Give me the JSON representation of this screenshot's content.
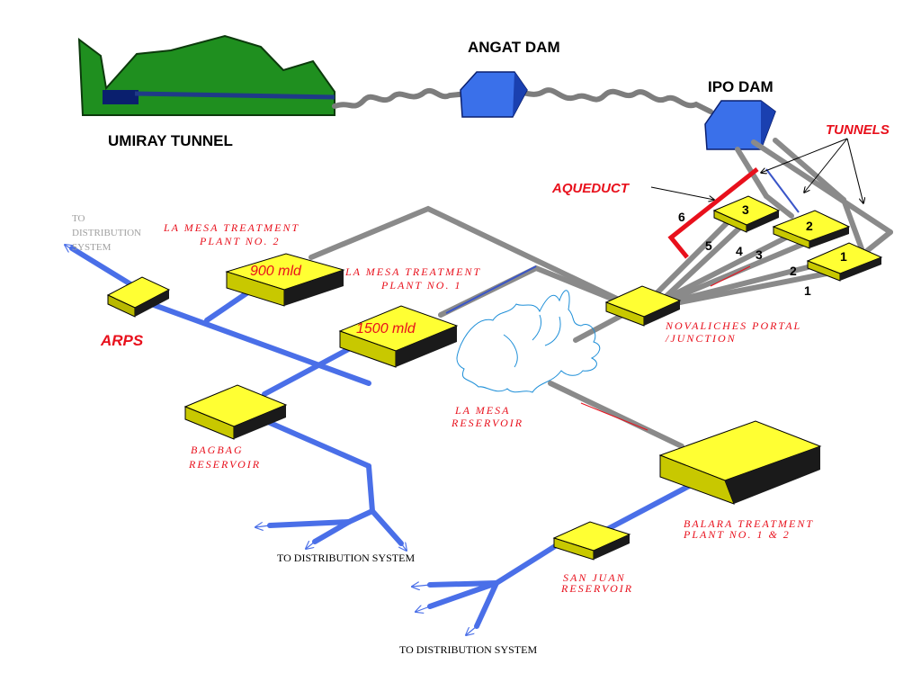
{
  "colors": {
    "pipe": "#4a6fe8",
    "aqueduct_gray": "#8a8a8a",
    "facility": "#ffff33",
    "dam": "#3a70ea",
    "mountain": "#1f8f1f",
    "reservoir": "#1e8fd8",
    "red_label": "#e8101c"
  },
  "labels": {
    "umiray_tunnel": "UMIRAY TUNNEL",
    "angat_dam": "ANGAT DAM",
    "ipo_dam": "IPO DAM",
    "tunnels": "TUNNELS",
    "aqueduct": "AQUEDUCT",
    "arps": "ARPS",
    "la_mesa_plant2_l1": "LA  MESA  TREATMENT",
    "la_mesa_plant2_l2": "PLANT  NO.  2",
    "la_mesa_plant1_l1": "LA  MESA  TREATMENT",
    "la_mesa_plant1_l2": "PLANT  NO.  1",
    "plant2_capacity": "900 mld",
    "plant1_capacity": "1500 mld",
    "novaliches_l1": "NOVALICHES  PORTAL",
    "novaliches_l2": "/JUNCTION",
    "la_mesa_res_l1": "LA  MESA",
    "la_mesa_res_l2": "RESERVOIR",
    "bagbag_l1": "BAGBAG",
    "bagbag_l2": "RESERVOIR",
    "balara_l1": "BALARA  TREATMENT",
    "balara_l2": "PLANT  NO.  1  &  2",
    "san_juan_l1": "SAN  JUAN",
    "san_juan_l2": "RESERVOIR",
    "to_dist_1": "TO DISTRIBUTION SYSTEM",
    "to_dist_2": "TO DISTRIBUTION SYSTEM",
    "to_dist_top_l1": "TO",
    "to_dist_top_l2": "DISTRIBUTION",
    "to_dist_top_l3": "SYSTEM"
  },
  "aqueduct_numbers": [
    "6",
    "5",
    "4",
    "3",
    "2",
    "1"
  ],
  "tunnel_box_numbers": [
    "3",
    "2",
    "1"
  ]
}
